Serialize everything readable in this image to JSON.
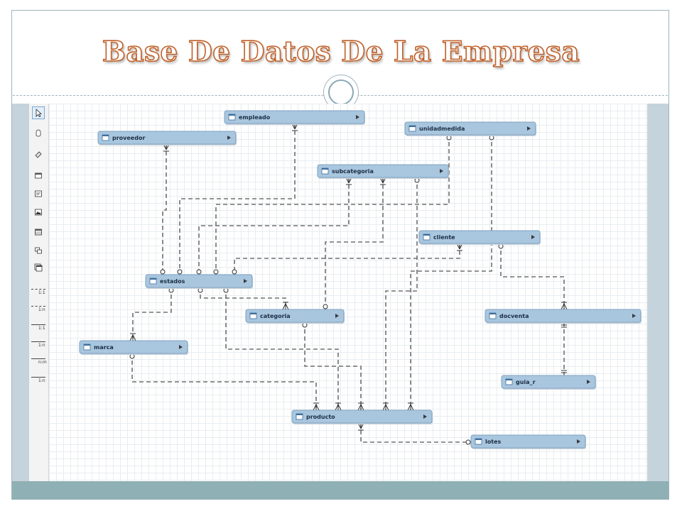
{
  "slide": {
    "title": "Base De Datos De La Empresa"
  },
  "toolbar": {
    "tools": [
      {
        "icon": "pointer-icon"
      },
      {
        "icon": "hand-icon"
      },
      {
        "icon": "eraser-icon"
      },
      {
        "icon": "layer-icon"
      },
      {
        "icon": "note-icon"
      },
      {
        "icon": "image-icon"
      },
      {
        "icon": "table-icon"
      },
      {
        "icon": "view-icon"
      },
      {
        "icon": "routine-group-icon"
      }
    ],
    "relationships": [
      {
        "icon": "relationship-1-1-icon",
        "label": "1:1"
      },
      {
        "icon": "relationship-1-n-icon",
        "label": "1:n"
      },
      {
        "icon": "relationship-1-1-identifying-icon",
        "label": "1:1"
      },
      {
        "icon": "relationship-1-n-identifying-icon",
        "label": "1:n"
      },
      {
        "icon": "relationship-n-m-icon",
        "label": "n:m"
      },
      {
        "icon": "relationship-existing-columns-icon",
        "label": "1:n"
      }
    ]
  },
  "diagram": {
    "entities": [
      "empleado",
      "proveedor",
      "unidadmedida",
      "subcategoria",
      "cliente",
      "estados",
      "categoria",
      "docventa",
      "marca",
      "guia_r",
      "producto",
      "lotes"
    ]
  },
  "colors": {
    "entity_fill": "#a9c6df",
    "entity_border": "#7ea3c2",
    "connector": "#707070",
    "title_stroke": "#c0612a",
    "footer": "#8fb0b4"
  }
}
